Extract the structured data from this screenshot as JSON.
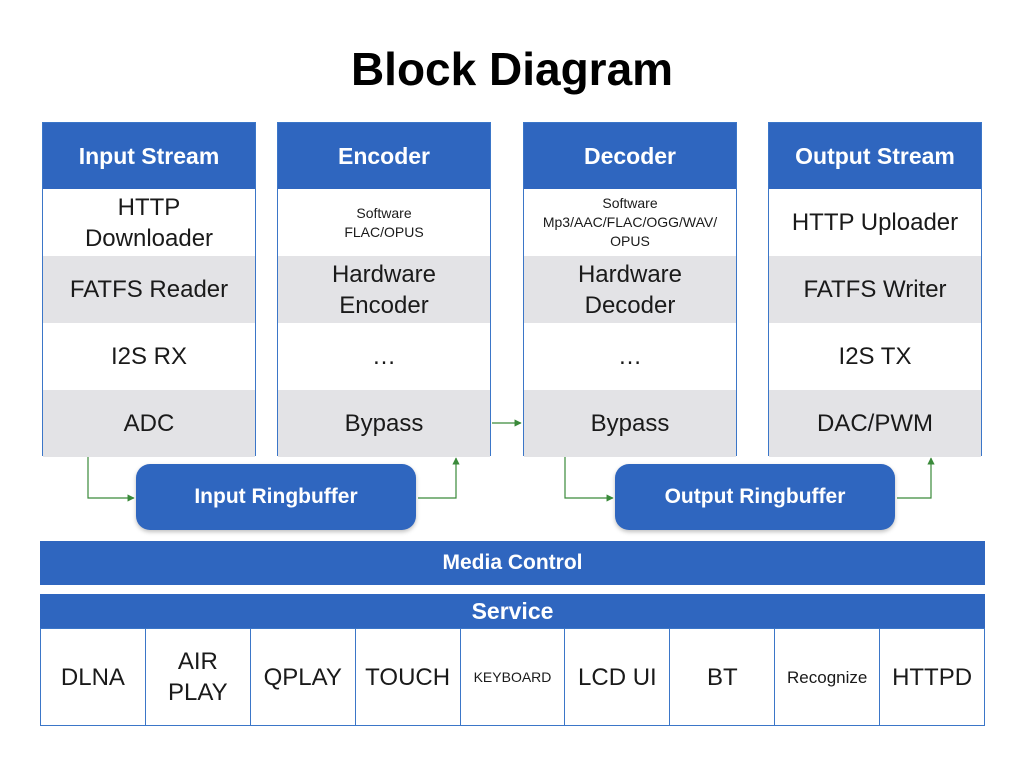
{
  "title": "Block Diagram",
  "columns": [
    {
      "header": "Input Stream",
      "rows": [
        "HTTP\nDownloader",
        "FATFS Reader",
        "I2S RX",
        "ADC"
      ]
    },
    {
      "header": "Encoder",
      "rows": [
        "Software\nFLAC/OPUS",
        "Hardware\nEncoder",
        "…",
        "Bypass"
      ]
    },
    {
      "header": "Decoder",
      "rows": [
        "Software\nMp3/AAC/FLAC/OGG/WAV/\nOPUS",
        "Hardware\nDecoder",
        "…",
        "Bypass"
      ]
    },
    {
      "header": "Output Stream",
      "rows": [
        "HTTP Uploader",
        "FATFS Writer",
        "I2S TX",
        "DAC/PWM"
      ]
    }
  ],
  "ringbuffers": {
    "input": "Input Ringbuffer",
    "output": "Output Ringbuffer"
  },
  "media_control": "Media Control",
  "service": {
    "label": "Service",
    "items": [
      "DLNA",
      "AIR\nPLAY",
      "QPLAY",
      "TOUCH",
      "KEYBOARD",
      "LCD UI",
      "BT",
      "Recognize",
      "HTTPD"
    ]
  },
  "colors": {
    "header_blue": "#2f66bf",
    "alt_row_gray": "#e3e3e6",
    "arrow_green": "#3a8a3a"
  }
}
